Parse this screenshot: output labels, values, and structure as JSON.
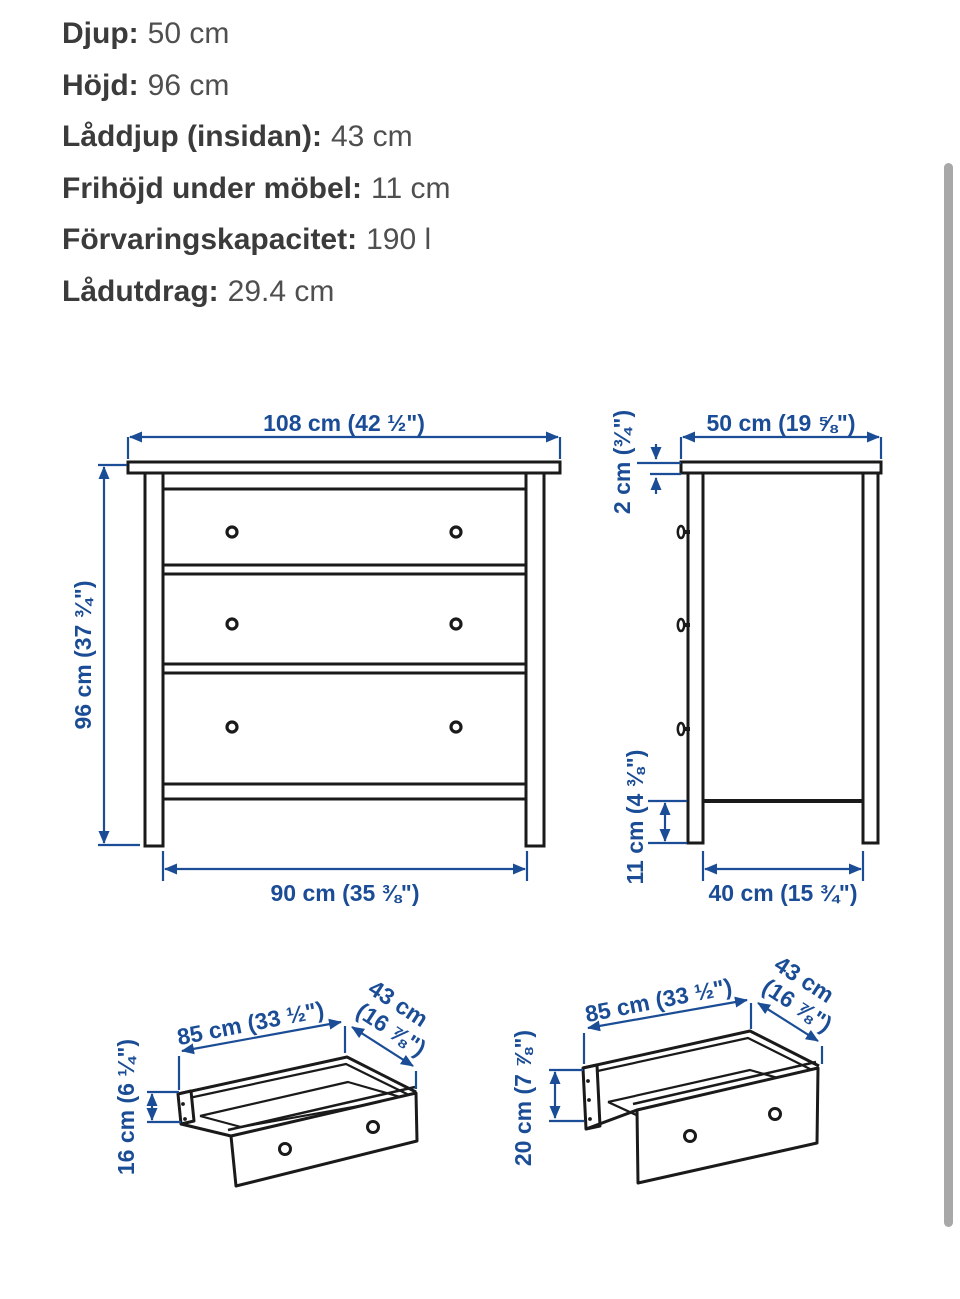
{
  "specs": {
    "items": [
      {
        "label": "Djup:",
        "value": "50 cm"
      },
      {
        "label": "Höjd:",
        "value": "96 cm"
      },
      {
        "label": "Låddjup (insidan):",
        "value": "43 cm"
      },
      {
        "label": "Frihöjd under möbel:",
        "value": "11 cm"
      },
      {
        "label": "Förvaringskapacitet:",
        "value": "190 l"
      },
      {
        "label": "Lådutdrag:",
        "value": "29.4 cm"
      }
    ]
  },
  "diagrams": {
    "front_view": {
      "width_top": "108 cm (42 ½\")",
      "height_left": "96 cm (37 ¾\")",
      "width_bottom": "90 cm (35 ⅜\")"
    },
    "side_view": {
      "depth_top": "50 cm (19 ⅝\")",
      "top_thickness": "2 cm (¾\")",
      "floor_clearance": "11 cm (4 ⅜\")",
      "depth_bottom": "40 cm (15 ¾\")"
    },
    "drawer_small": {
      "width": "85 cm (33 ½\")",
      "depth_line1": "43 cm",
      "depth_line2": "(16 ⅞\")",
      "height": "16 cm (6 ¼\")"
    },
    "drawer_large": {
      "width": "85 cm (33 ½\")",
      "depth_line1": "43 cm",
      "depth_line2": "(16 ⅞\")",
      "height": "20 cm (7 ⅞\")"
    }
  },
  "colors": {
    "dimension_blue": "#1b4d96",
    "drawing_black": "#1a1a1a",
    "scrollbar_gray": "#a8a8a8"
  }
}
